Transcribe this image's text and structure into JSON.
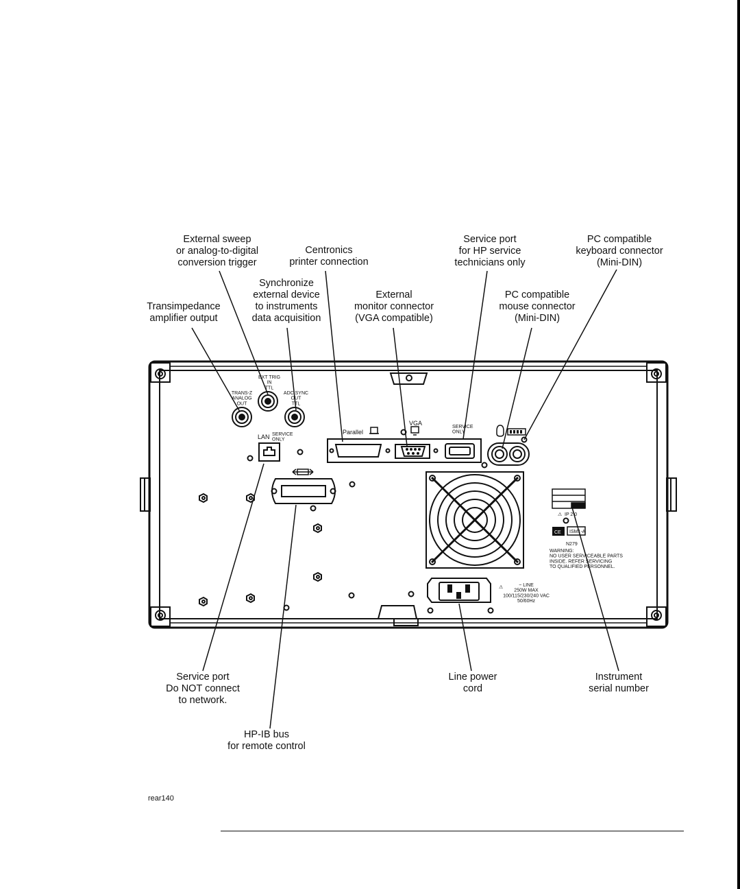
{
  "callouts": {
    "trigger": "External sweep\nor analog-to-digital\nconversion trigger",
    "centronics": "Centronics\nprinter connection",
    "service_hp": "Service port\nfor HP service\ntechnicians only",
    "keyboard": "PC compatible\nkeyboard connector\n(Mini-DIN)",
    "sync": "Synchronize\nexternal device\nto instruments\ndata acquisition",
    "transimpedance": "Transimpedance\namplifier output",
    "vga_monitor": "External\nmonitor connector\n(VGA compatible)",
    "mouse": "PC compatible\nmouse connector\n(Mini-DIN)",
    "service_lan": "Service port\nDo NOT connect\nto network.",
    "power": "Line power\ncord",
    "serial": "Instrument\nserial number",
    "hpib": "HP-IB bus\nfor remote control"
  },
  "panel": {
    "trans_z": "TRANS-Z\nANALOG\nOUT",
    "ext_trig": "EXT TRIG\nIN\nTTL",
    "adc_sync": "ADC SYNC\nOUT\nTTL",
    "lan": "LAN",
    "service_only_small": "SERVICE\nONLY",
    "parallel": "Parallel",
    "vga": "VGA",
    "service_only": "SERVICE\nONLY",
    "line": "~ LINE\n250W MAX\n100/115/230/240 VAC\n50/60Hz",
    "warning": "WARNING:\nNO USER SERVICEABLE PARTS\nINSIDE. REFER SERVICING\nTO QUALIFIED PERSONNEL.",
    "ism": "ISM1-A",
    "ce": "CE",
    "n_code": "N279",
    "ip": "IP 2 0"
  },
  "figure_id": "rear140",
  "colors": {
    "ink": "#111111",
    "panel": "#ffffff"
  }
}
